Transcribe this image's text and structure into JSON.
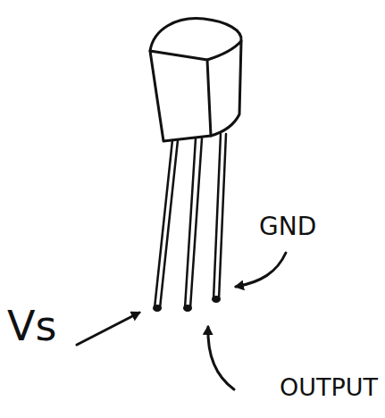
{
  "diagram": {
    "labels": [
      "GND",
      "Vs",
      "OUTPUT"
    ]
  }
}
